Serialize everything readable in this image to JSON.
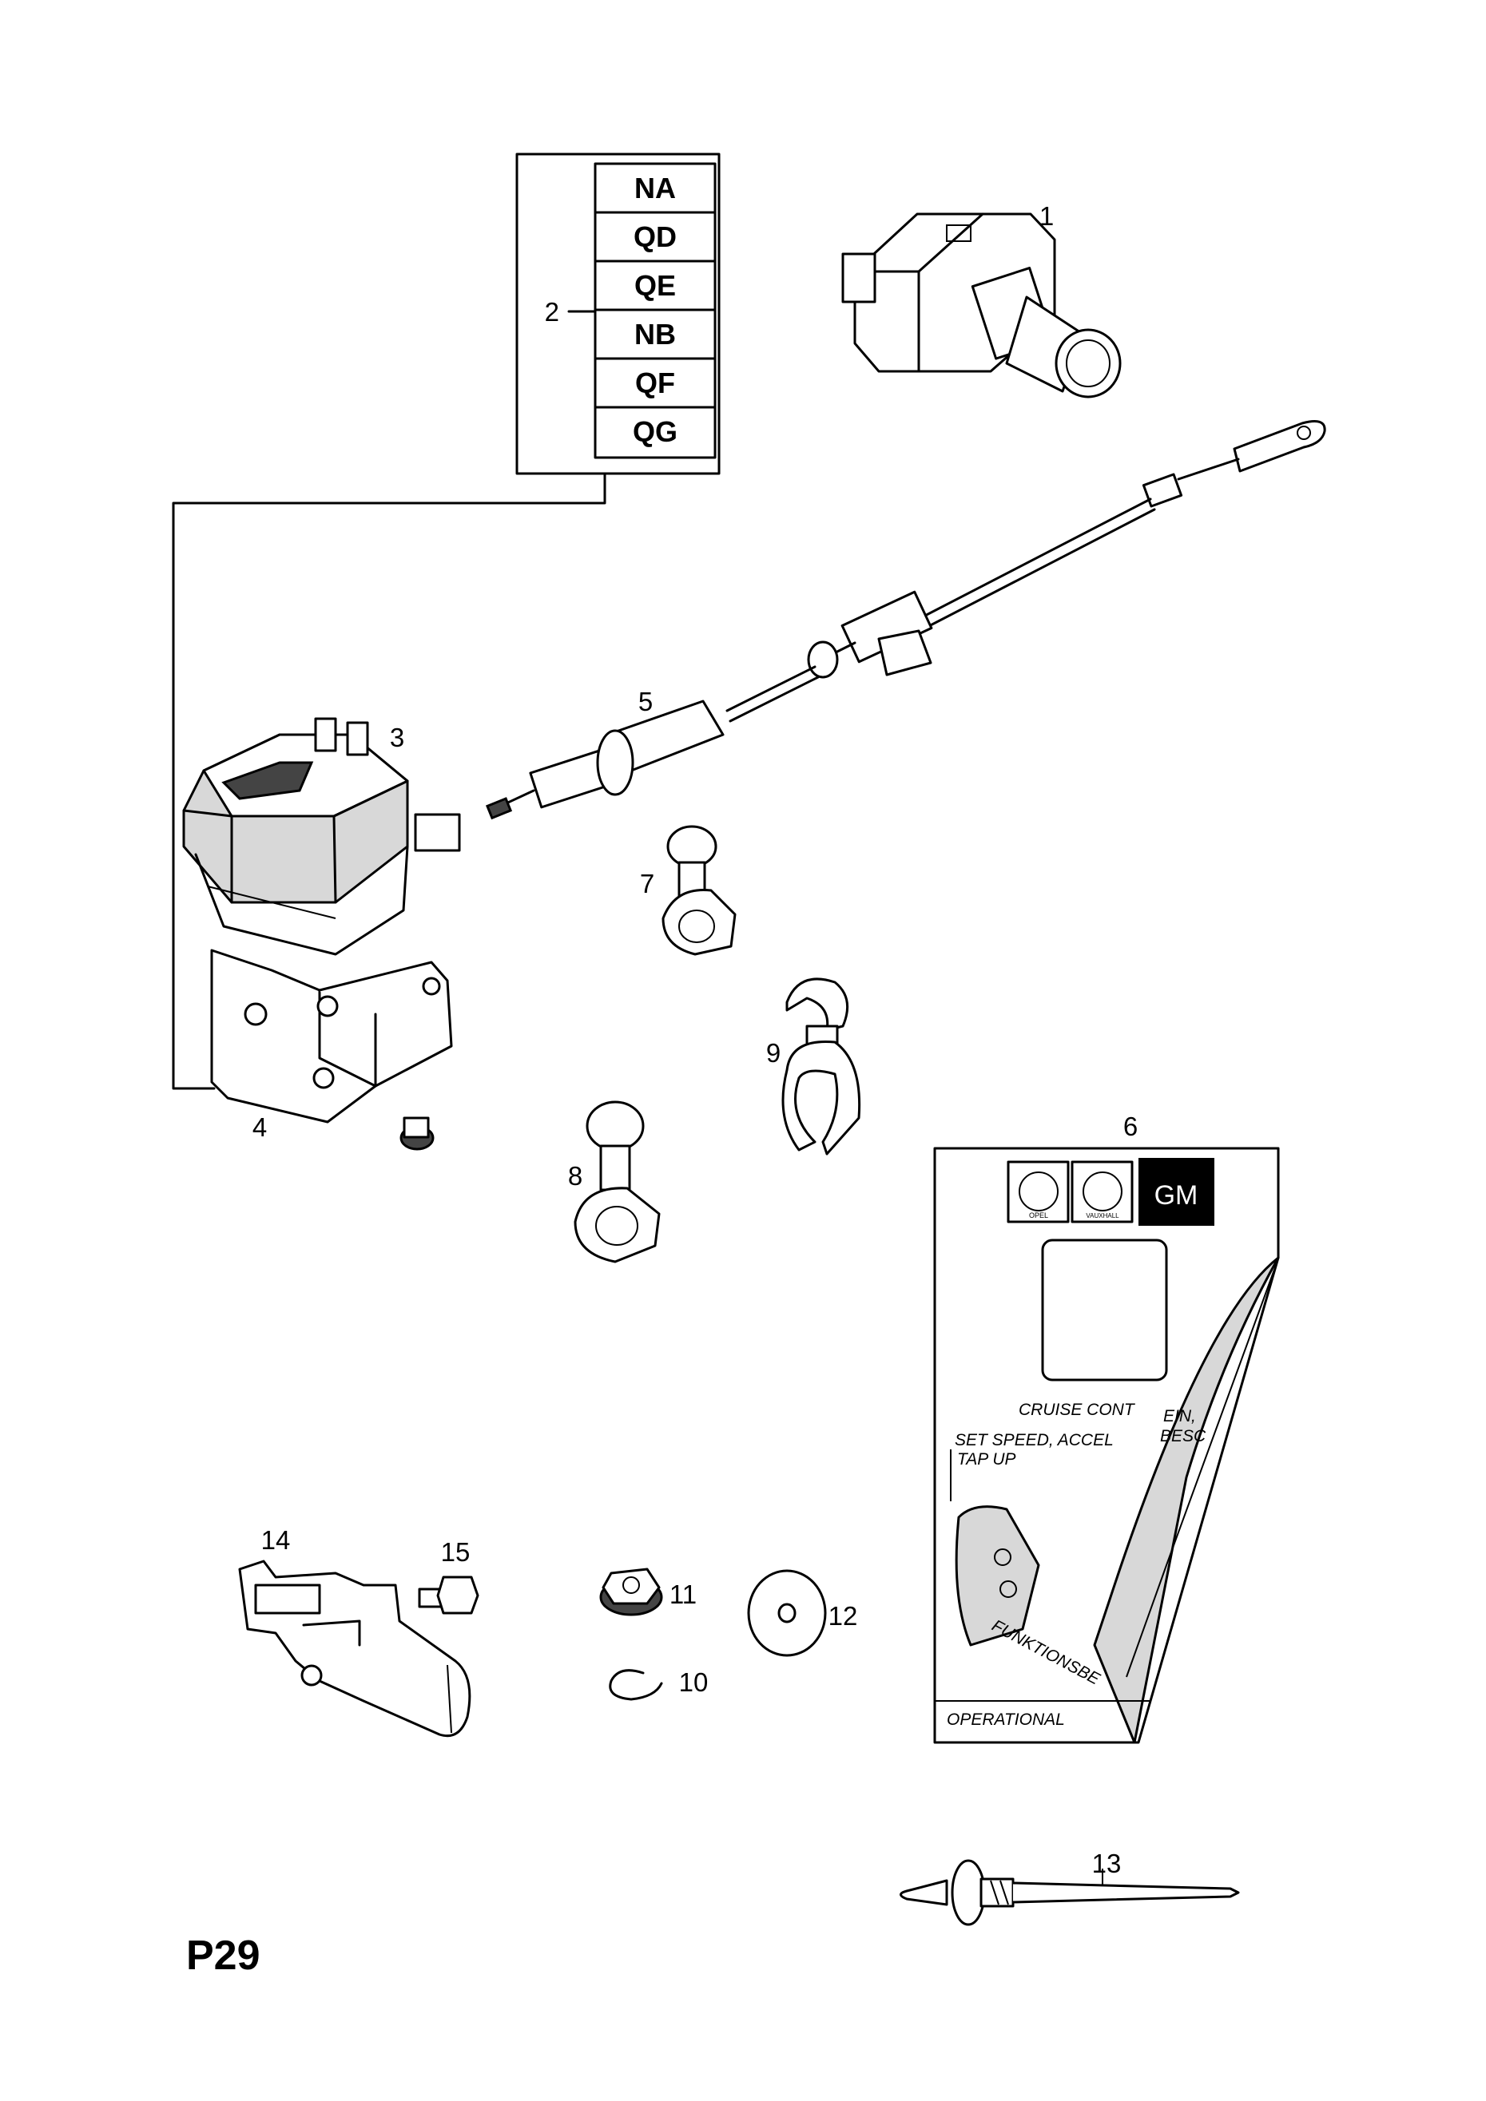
{
  "page": {
    "id": "P29"
  },
  "variant_codes": [
    "NA",
    "QD",
    "QE",
    "NB",
    "QF",
    "QG"
  ],
  "callouts": {
    "c1": "1",
    "c2": "2",
    "c3": "3",
    "c4": "4",
    "c5": "5",
    "c6": "6",
    "c7": "7",
    "c8": "8",
    "c9": "9",
    "c10": "10",
    "c11": "11",
    "c12": "12",
    "c13": "13",
    "c14": "14",
    "c15": "15"
  },
  "instruction_sheet": {
    "logos": [
      "OPEL",
      "VAUXHALL",
      "GM"
    ],
    "lines": [
      "CRUISE  CONT",
      "SET SPEED, ACCEL",
      "TAP UP",
      "OPERATIONAL",
      "FUNKTIONSBE",
      "EIN,",
      "BESC"
    ]
  },
  "icons": [
    "switch-icon",
    "control-unit-icon",
    "bracket-icon",
    "actuator-cable-icon",
    "clip-icon",
    "nut-icon",
    "washer-icon",
    "circlip-icon",
    "screw-icon",
    "pedal-bracket-icon",
    "stud-icon",
    "booklet-icon"
  ]
}
